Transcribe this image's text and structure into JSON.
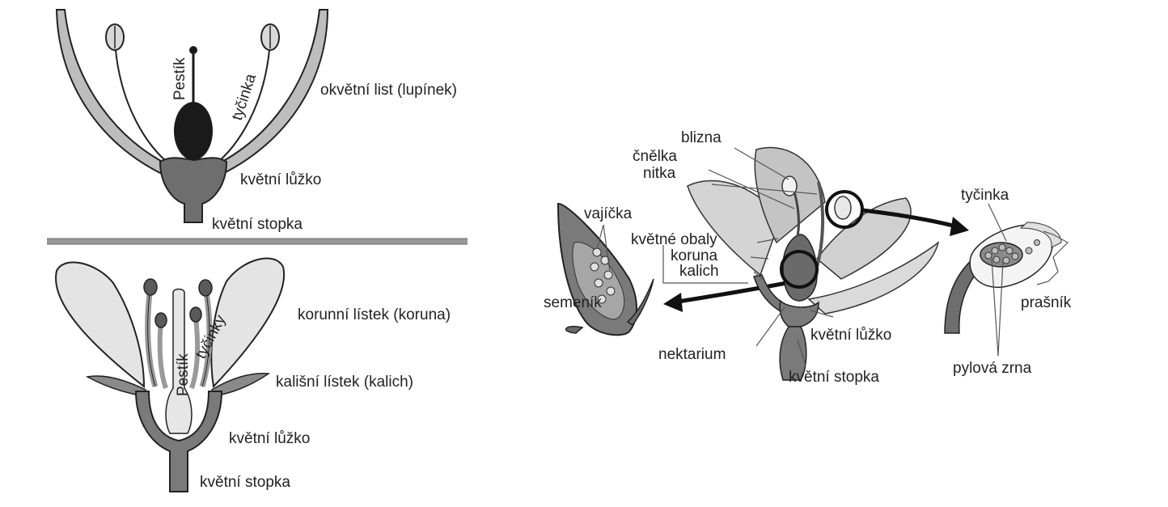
{
  "top_flower": {
    "pistil": "Pestík",
    "stamen": "tyčinka",
    "tepal": "okvětní list (lupínek)",
    "receptacle": "květní lůžko",
    "pedicel": "květní stopka"
  },
  "bottom_flower": {
    "stamens": "tyčinky",
    "pistil": "Pestík",
    "petal": "korunní lístek (koruna)",
    "sepal": "kališní lístek (kalich)",
    "receptacle": "květní lůžko",
    "pedicel": "květní stopka"
  },
  "detail_flower": {
    "stigma": "blizna",
    "style": "čnělka",
    "filament": "nitka",
    "ovules": "vajíčka",
    "perianth": "květné obaly",
    "corolla": "koruna",
    "calyx": "kalich",
    "ovary": "semeník",
    "receptacle": "květní lůžko",
    "nectary": "nektarium",
    "pedicel": "květní stopka",
    "stamen": "tyčinka",
    "anther": "prašník",
    "pollen": "pylová zrna"
  },
  "colors": {
    "outline": "#222222",
    "dark_fill": "#1a1a1a",
    "mid_gray": "#6e6e6e",
    "light_gray": "#c8c8c8",
    "pale_gray": "#e4e4e4"
  }
}
